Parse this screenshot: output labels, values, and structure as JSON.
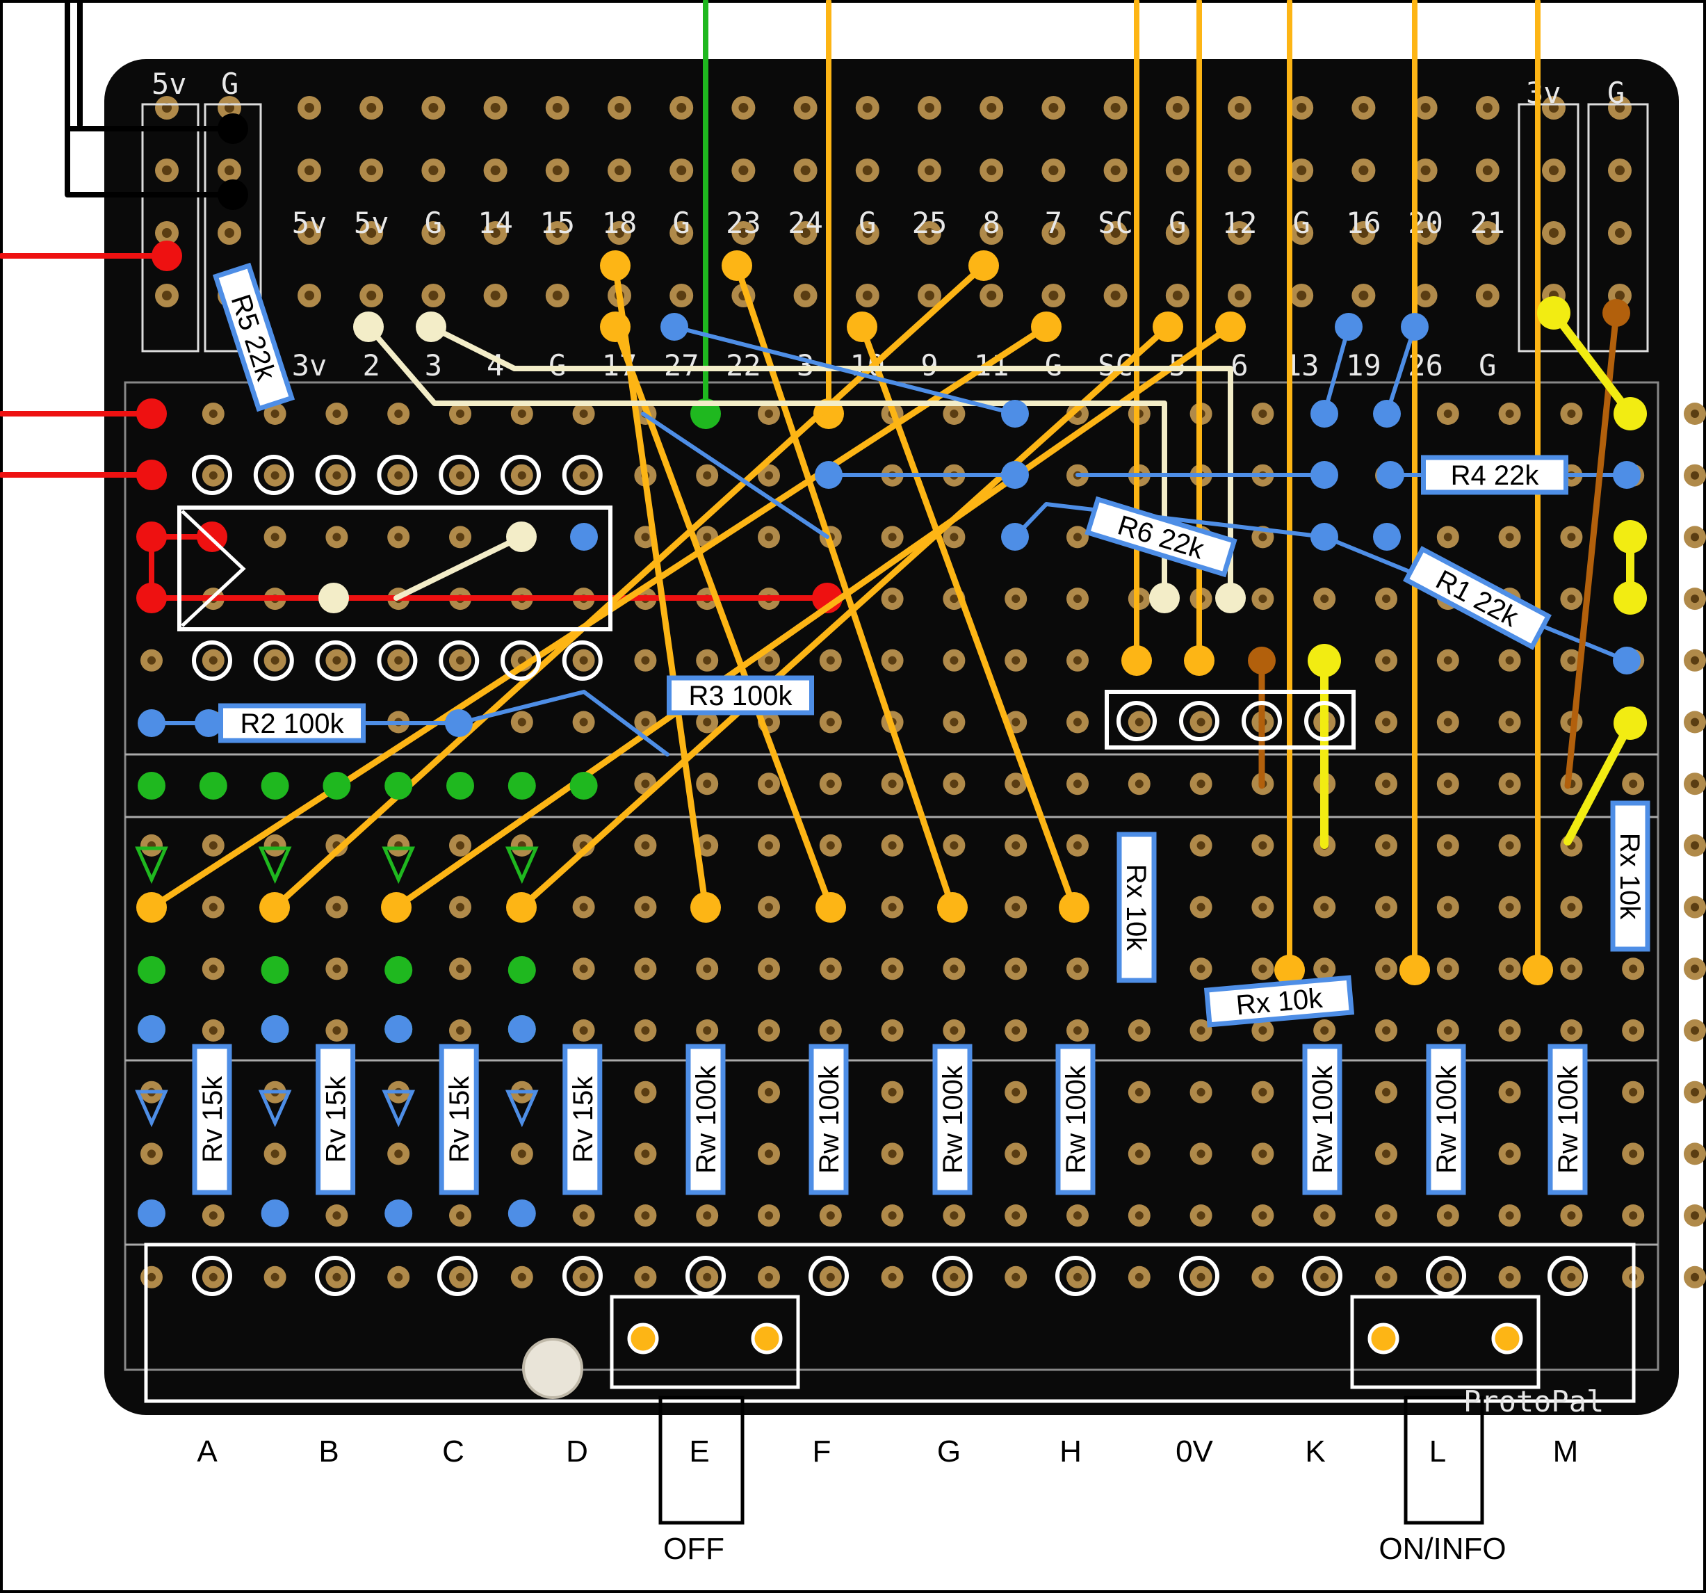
{
  "header_left_labels": [
    "5v",
    "G"
  ],
  "header_right_labels": [
    "3v",
    "G"
  ],
  "gpio_top_labels": [
    "5v",
    "5v",
    "G",
    "14",
    "15",
    "18",
    "G",
    "23",
    "24",
    "G",
    "25",
    "8",
    "7",
    "SC",
    "G",
    "12",
    "G",
    "16",
    "20",
    "21"
  ],
  "gpio_bottom_labels": [
    "3v",
    "2",
    "3",
    "4",
    "G",
    "17",
    "27",
    "22",
    "3",
    "10",
    "9",
    "11",
    "G",
    "SC",
    "5",
    "6",
    "13",
    "19",
    "26",
    "G"
  ],
  "components": {
    "R5": "R5 22k",
    "R2": "R2 100k",
    "R3": "R3 100k",
    "R4": "R4 22k",
    "R6": "R6 22k",
    "R1": "R1 22k",
    "Rv": "Rv 15k",
    "Rw": "Rw 100k",
    "Rx": "Rx 10k"
  },
  "column_labels": [
    "A",
    "B",
    "C",
    "D",
    "E",
    "F",
    "G",
    "H",
    "0V",
    "K",
    "L",
    "M"
  ],
  "switches": {
    "off": "OFF",
    "on_info": "ON/INFO"
  },
  "brand": "ProtoPal",
  "colors": {
    "board": "#0a0a0a",
    "pad": "#b08a4a",
    "orange": "#fdb515",
    "blue": "#4e8ee6",
    "green": "#1fb81f",
    "red": "#ee1111",
    "cream": "#f3edc8",
    "brown": "#b2600c",
    "yellow": "#f2ec12"
  }
}
